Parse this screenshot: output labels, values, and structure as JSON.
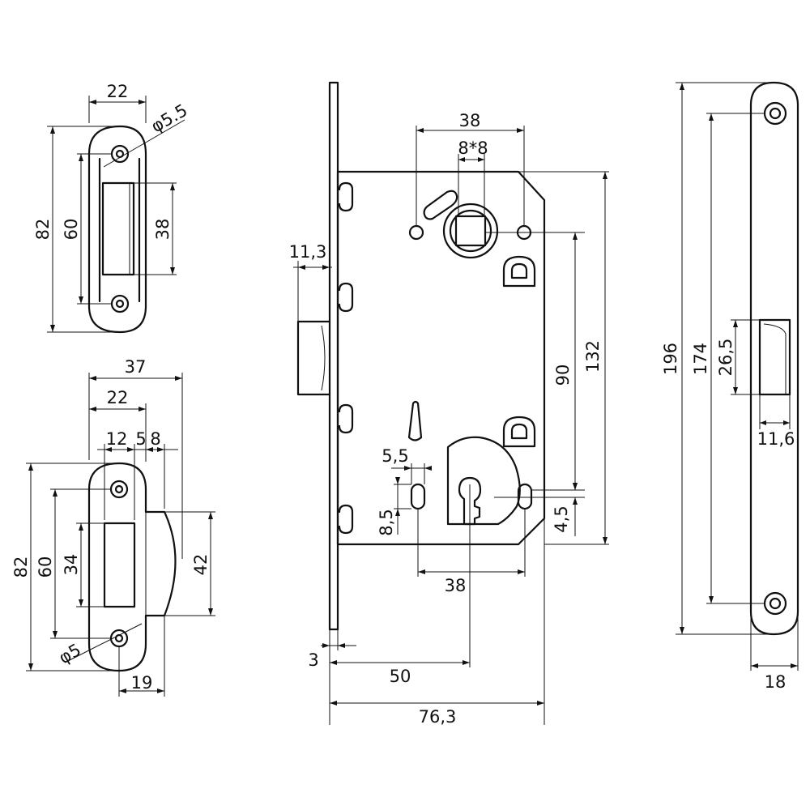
{
  "strike_plate_flat": {
    "width": "22",
    "hole_diameter": "φ5.5",
    "overall_height": "82",
    "hole_spacing": "60",
    "slot_height": "38"
  },
  "strike_plate_curved": {
    "overall_width": "37",
    "plate_width": "22",
    "offset_a": "12",
    "offset_b": "5",
    "offset_c": "8",
    "overall_height": "82",
    "hole_spacing": "60",
    "slot_height": "34",
    "lip_height": "42",
    "hole_diameter": "φ5",
    "lip_depth": "19"
  },
  "lock_body": {
    "handle_spacing": "38",
    "spindle_square": "8*8",
    "latch_projection": "11,3",
    "center_distance": "90",
    "body_height": "132",
    "screw_slot_width": "5,5",
    "screw_slot_height": "8,5",
    "keyhole_offset": "4,5",
    "key_spacing": "38",
    "faceplate_thickness": "3",
    "backset": "50",
    "overall_depth": "76,3"
  },
  "faceplate": {
    "overall_length": "196",
    "screw_spacing": "174",
    "latch_height": "26,5",
    "latch_width": "11,6",
    "width": "18"
  },
  "colors": {
    "line": "#111111",
    "background": "#ffffff"
  }
}
